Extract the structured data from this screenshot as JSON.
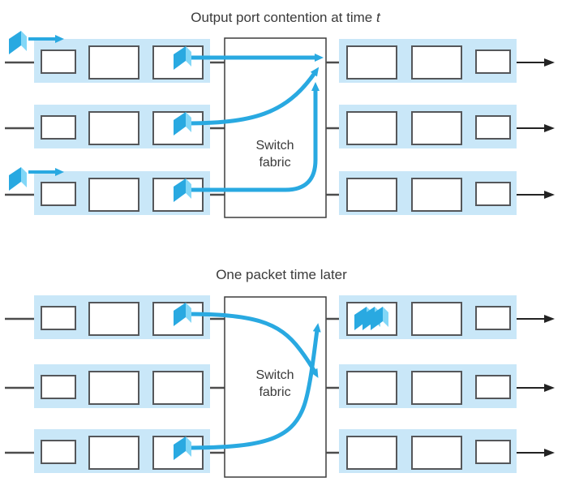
{
  "colors": {
    "packet_blue": "#29a9e1",
    "packet_light": "#82d7f7",
    "queue_band": "#c9e7f8",
    "box_border": "#55575a",
    "line_gray": "#4d4d4d",
    "arrow_black": "#232323",
    "text_color": "#3a3a3a"
  },
  "top_panel": {
    "title": "Output port contention at time ",
    "title_italic": "t",
    "switch_label_line1": "Switch",
    "switch_label_line2": "fabric",
    "input_ports": [
      {
        "port": 1,
        "arriving_packet": true,
        "packet_in_front_slot": true
      },
      {
        "port": 2,
        "arriving_packet": false,
        "packet_in_front_slot": true
      },
      {
        "port": 3,
        "arriving_packet": true,
        "packet_in_front_slot": true
      }
    ],
    "output_ports": [
      {
        "port": 1,
        "queued_packets": 0
      },
      {
        "port": 2,
        "queued_packets": 0
      },
      {
        "port": 3,
        "queued_packets": 0
      }
    ],
    "flows": [
      {
        "from_input": 1,
        "to_output": 1
      },
      {
        "from_input": 2,
        "to_output": 1
      },
      {
        "from_input": 3,
        "to_output": 1
      }
    ]
  },
  "bottom_panel": {
    "title": "One packet time later",
    "switch_label_line1": "Switch",
    "switch_label_line2": "fabric",
    "input_ports": [
      {
        "port": 1,
        "arriving_packet": false,
        "packet_in_front_slot": true
      },
      {
        "port": 2,
        "arriving_packet": false,
        "packet_in_front_slot": false
      },
      {
        "port": 3,
        "arriving_packet": false,
        "packet_in_front_slot": true
      }
    ],
    "output_ports": [
      {
        "port": 1,
        "queued_packets": 3
      },
      {
        "port": 2,
        "queued_packets": 0
      },
      {
        "port": 3,
        "queued_packets": 0
      }
    ],
    "flows": [
      {
        "from_input": 1,
        "to_output": 2
      },
      {
        "from_input": 3,
        "to_output": 1
      }
    ]
  }
}
